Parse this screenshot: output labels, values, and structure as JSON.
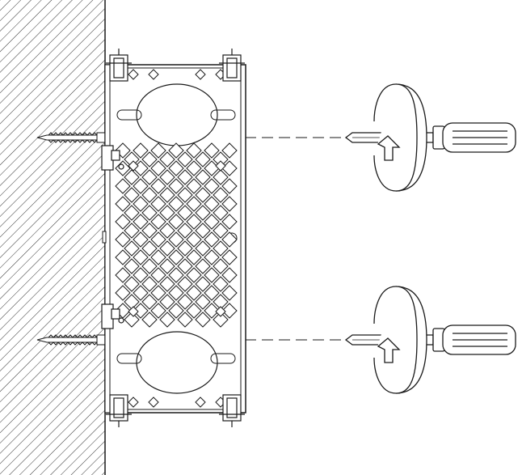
{
  "diagram": {
    "colors": {
      "line": "#1a1a1a",
      "background": "#ffffff",
      "hatch": "#333333"
    },
    "icons": [
      "wall-hatch",
      "mounting-bracket",
      "wall-screw",
      "screwdriver",
      "rotation-arrow",
      "alignment-line"
    ]
  }
}
